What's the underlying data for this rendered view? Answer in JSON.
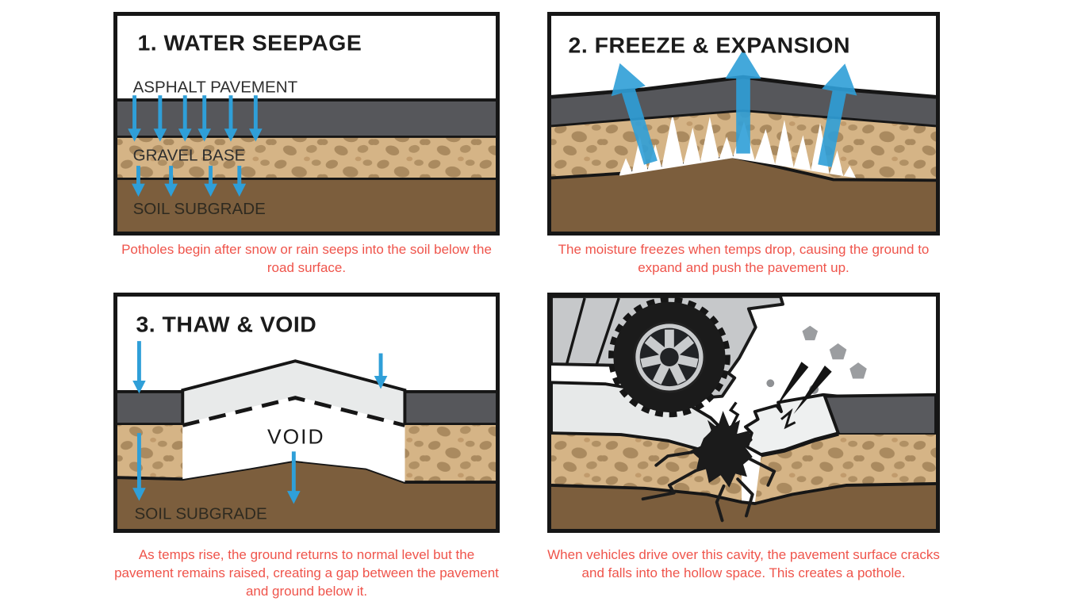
{
  "colors": {
    "caption_red": "#ef544b",
    "arrow_blue": "#2f9fd8",
    "asphalt_gray": "#56575b",
    "gravel_tan": "#d5b486",
    "soil_brown": "#7c5e3d",
    "ink_black": "#161616",
    "pavement_light": "#e8eaea",
    "car_body_gray": "#c6c8ca"
  },
  "panels": {
    "p1": {
      "title": "1. WATER SEEPAGE",
      "label_asphalt": "ASPHALT PAVEMENT",
      "label_gravel": "GRAVEL BASE",
      "label_soil": "SOIL SUBGRADE",
      "caption": "Potholes begin after snow or rain seeps into the soil below the road surface."
    },
    "p2": {
      "title": "2. FREEZE & EXPANSION",
      "caption": "The moisture freezes when temps drop, causing the ground to expand and push the pavement up."
    },
    "p3": {
      "title": "3. THAW & VOID",
      "label_void": "VOID",
      "label_soil": "SOIL SUBGRADE",
      "caption": "As temps rise, the ground returns to normal level but the pavement remains raised, creating a gap between the pavement and ground below it."
    },
    "p4": {
      "caption": "When vehicles drive over this cavity, the pavement surface cracks and falls into the hollow space. This creates a pothole."
    }
  }
}
